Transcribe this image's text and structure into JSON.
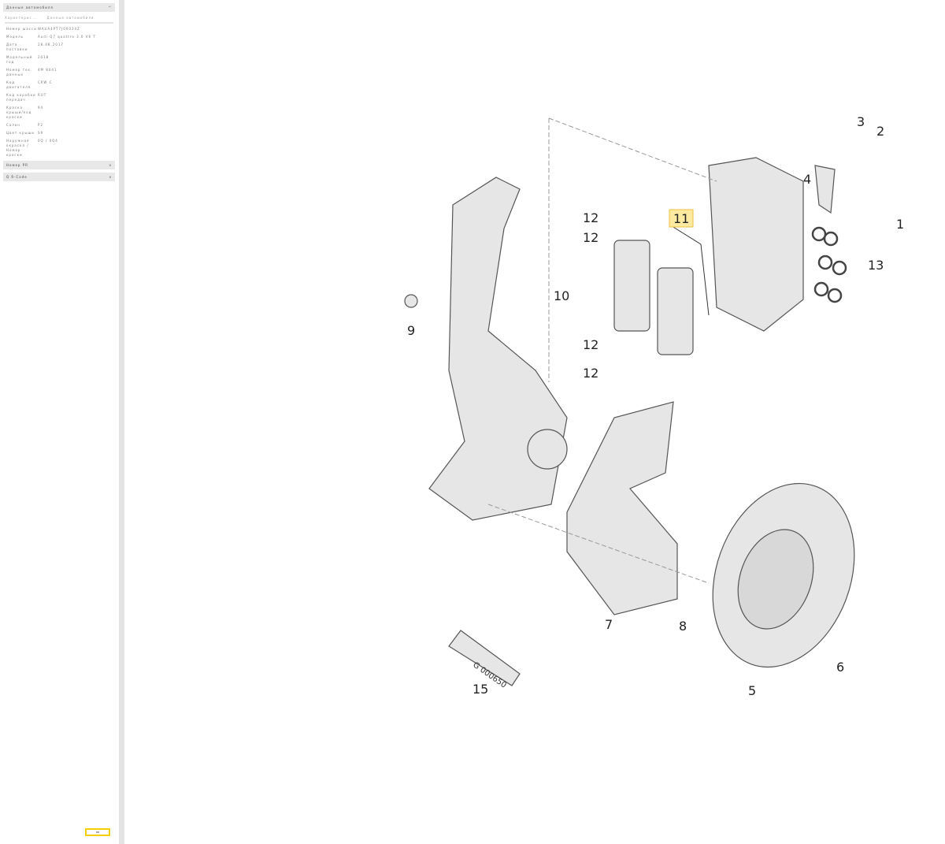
{
  "sidebar": {
    "section_title": "Данные автомобиля",
    "tabs": [
      "Характерис...",
      "Данные автомобиля"
    ],
    "rows": [
      {
        "k": "Номер шасси",
        "v": "WAUA4PT7J00034Z"
      },
      {
        "k": "Модель",
        "v": "Audi Q7 quattro 3.0 V6 T"
      },
      {
        "k": "Дата поставки",
        "v": "28.08.2017"
      },
      {
        "k": "Модельный год",
        "v": "2018"
      },
      {
        "k": "Номер тех. данных",
        "v": "4M 8041"
      },
      {
        "k": "Код двигателя",
        "v": "CRW C"
      },
      {
        "k": "Код коробки передач",
        "v": "RUT"
      },
      {
        "k": "Краска крыши/код краски",
        "v": "94"
      },
      {
        "k": "Салон",
        "v": "P2"
      },
      {
        "k": "Цвет крыши",
        "v": "S9"
      },
      {
        "k": "Наружная окраска / Номер краски",
        "v": "0Q / 0Q4"
      }
    ],
    "sections": [
      "Номер PR",
      "Q R-Code"
    ],
    "bottom_button": "OK"
  },
  "diagram": {
    "callouts": [
      "1",
      "2",
      "3",
      "4",
      "5",
      "6",
      "7",
      "8",
      "9",
      "10",
      "11",
      "12",
      "12",
      "12",
      "12",
      "13",
      "15"
    ],
    "highlighted": "11",
    "tube_text": "G 000650"
  }
}
